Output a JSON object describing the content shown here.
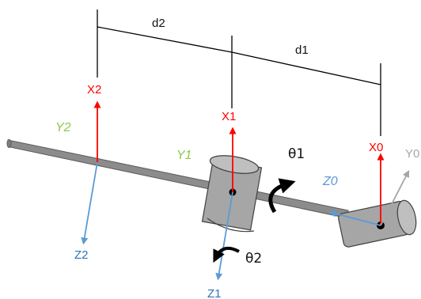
{
  "dimensions": {
    "d2": "d2",
    "d1": "d1"
  },
  "frames": {
    "frame0": {
      "x": "X0",
      "y": "Y0",
      "z": "Z0"
    },
    "frame1": {
      "x": "X1",
      "y": "Y1",
      "z": "Z1"
    },
    "frame2": {
      "x": "X2",
      "y": "Y2",
      "z": "Z2"
    }
  },
  "joint_angles": {
    "theta1": "θ1",
    "theta2": "θ2"
  },
  "colors": {
    "x_axis": "#ff0000",
    "y_axis": "#8fc64b",
    "y0_axis": "#a6a6a6",
    "z_axis": "#5b9bd5",
    "z_label": "#2e75b6",
    "link": "#8c8c8c",
    "link_dark": "#595959",
    "joint_fill": "#a6a6a6",
    "dimension_line": "#000000"
  }
}
